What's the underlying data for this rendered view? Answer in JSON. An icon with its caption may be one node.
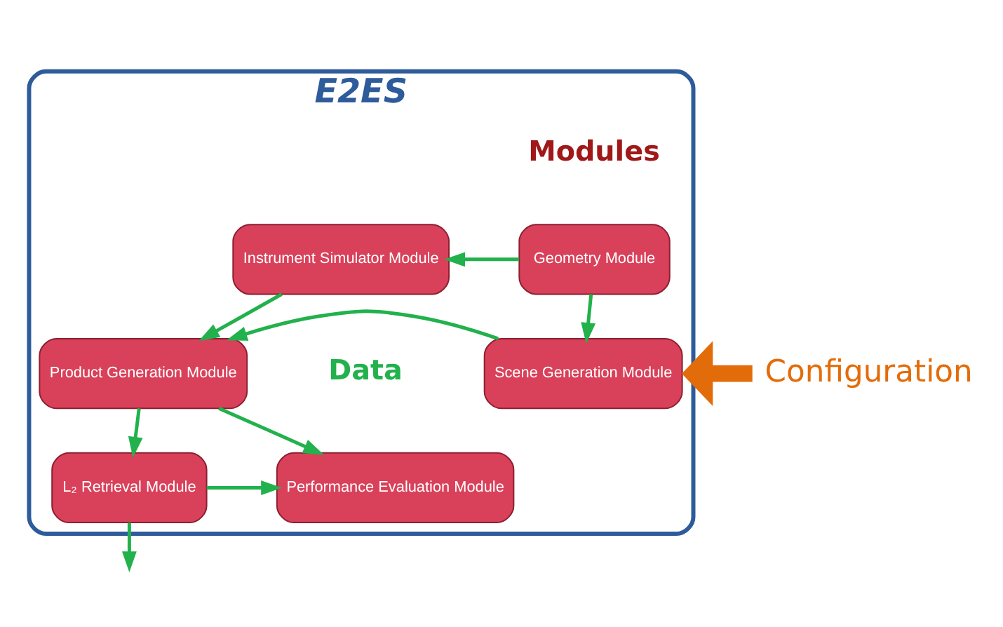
{
  "diagram": {
    "nodes": [
      {
        "text": [
          "E2ES"
        ]
      },
      {
        "text": [
          "Geometry Module"
        ],
        "in": 0
      },
      {
        "text": [
          "Instrument Simulator Module"
        ],
        "in": 0
      },
      {
        "text": [
          "Scene Generation Module"
        ],
        "in": 0
      },
      {
        "text": [
          "Product Generation Module"
        ],
        "in": 0
      },
      {
        "text": [
          "L₂ Retrieval Module"
        ],
        "in": 0
      },
      {
        "text": [
          "Performance Evaluation Module"
        ],
        "in": 0
      },
      {
        "text": [
          "Configuration"
        ]
      }
    ],
    "edges": [
      {
        "from": 1,
        "to": 2,
        "arrow": "to"
      },
      {
        "from": 1,
        "to": 3,
        "arrow": "to"
      },
      {
        "from": 2,
        "to": 4,
        "arrow": "to"
      },
      {
        "from": 3,
        "to": 4,
        "arrow": "to"
      },
      {
        "from": 4,
        "to": 5,
        "arrow": "to"
      },
      {
        "from": 4,
        "to": 6,
        "arrow": "to"
      },
      {
        "from": 5,
        "to": 6,
        "arrow": "to"
      },
      {
        "from": 5,
        "to": null,
        "arrow": "to"
      },
      {
        "from": 7,
        "to": 0,
        "arrow": "to",
        "style": "thick",
        "color": "#e36c0a"
      }
    ],
    "labels": [
      "Modules",
      "Data"
    ]
  }
}
